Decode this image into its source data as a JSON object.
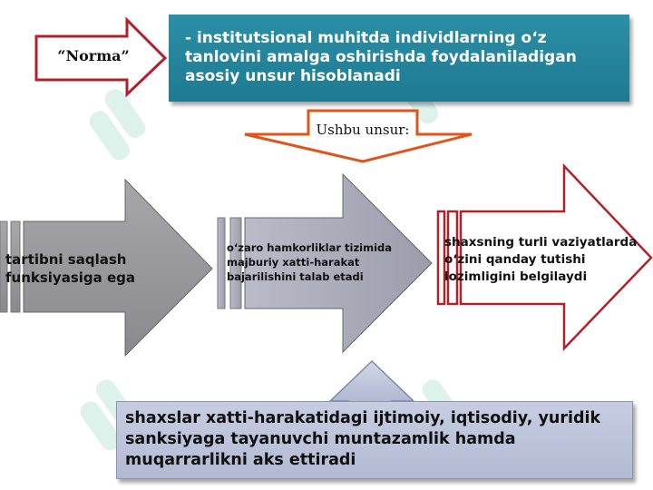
{
  "norma_label": "“Norma”",
  "definition_text": "- institutsional muhitda individlarning oʻz tanlovini amalga oshirishda foydalaniladigan asosiy unsur hisoblanadi",
  "unsur_label": "Ushbu unsur:",
  "arrow1_text": "tartibni saqlash funksiyasiga ega",
  "arrow2_text": "oʻzaro hamkorliklar tizimida majburiy xatti-harakat bajarilishini talab etadi",
  "arrow3_text": "shaxsning turli vaziyatlarda oʻzini qanday tutishi lozimligini belgilaydi",
  "bottom_text": "shaxslar xatti-harakatidagi ijtimoiy, iqtisodiy, yuridik sanksiyaga tayanuvchi muntazamlik hamda muqarrarlikni aks ettiradi",
  "colors": {
    "title_box": "#1e7a91",
    "red_outline": "#b0222a",
    "orange_outline": "#e0541c",
    "gray_arrow": "#9a9a9e",
    "bottom_box": "#b8bfd6"
  }
}
